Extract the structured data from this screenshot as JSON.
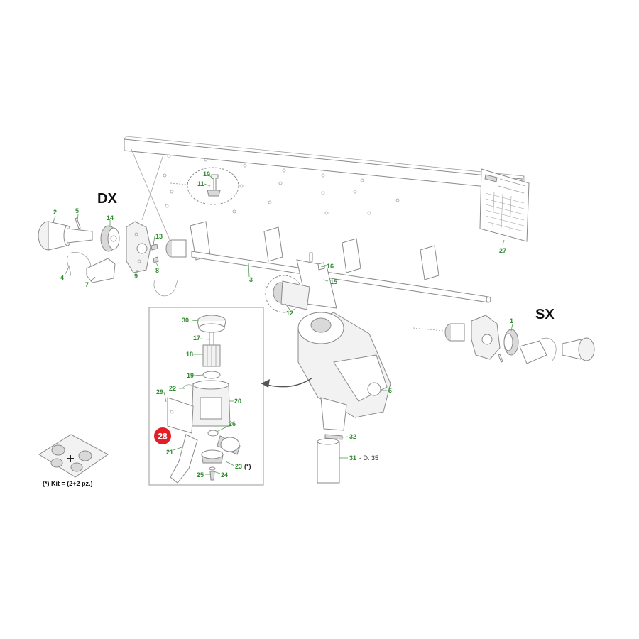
{
  "diagram": {
    "side_labels": {
      "right_side": "DX",
      "left_side": "SX"
    },
    "highlight": {
      "label": "28",
      "color": "#e31e24"
    },
    "kit_note": "(*) Kit = (2+2 pz.)",
    "gear_marker": "(*)",
    "tube_spec": "- D. 35",
    "label_color": "#2e8b2e",
    "callouts": [
      "1",
      "2",
      "3",
      "4",
      "5",
      "6",
      "7",
      "8",
      "9",
      "10",
      "11",
      "12",
      "13",
      "14",
      "15",
      "16",
      "17",
      "18",
      "19",
      "20",
      "21",
      "22",
      "23",
      "24",
      "25",
      "26",
      "27",
      "29",
      "30",
      "31",
      "32"
    ]
  }
}
